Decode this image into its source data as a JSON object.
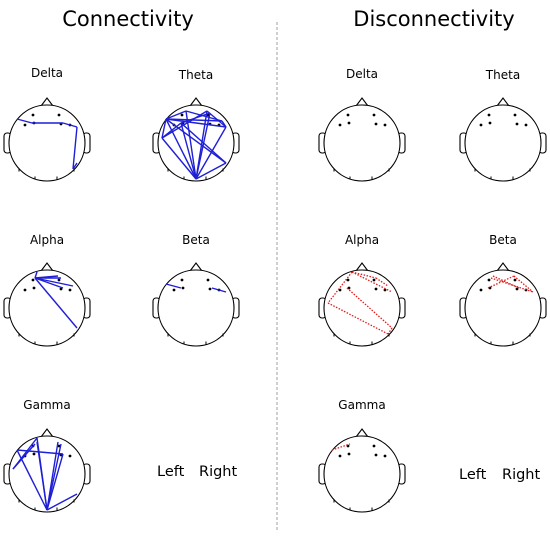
{
  "titles": {
    "left": "Connectivity",
    "right": "Disconnectivity"
  },
  "colors": {
    "connectivity": "#1f1fd6",
    "disconnectivity": "#e01b1b",
    "outline": "#000000"
  },
  "side_labels": {
    "left": "Left",
    "right": "Right"
  },
  "panels": [
    {
      "id": "conn-delta",
      "band": "Delta",
      "group": "connectivity",
      "style": "solid",
      "edges": [
        [
          "e2",
          "e3"
        ],
        [
          "e3",
          "e9"
        ],
        [
          "e9",
          "e10"
        ],
        [
          "e10",
          "e14"
        ],
        [
          "e11",
          "e14"
        ]
      ]
    },
    {
      "id": "conn-theta",
      "band": "Theta",
      "group": "connectivity",
      "style": "solid",
      "edges": [
        [
          "e2",
          "e10"
        ],
        [
          "e2",
          "e12"
        ],
        [
          "e2",
          "e11"
        ],
        [
          "e2",
          "e13"
        ],
        [
          "e2",
          "e8"
        ],
        [
          "e3",
          "e7"
        ],
        [
          "e3",
          "e12"
        ],
        [
          "e3",
          "e11"
        ],
        [
          "e3",
          "e13"
        ],
        [
          "e4",
          "e8"
        ],
        [
          "e4",
          "e13"
        ],
        [
          "e6",
          "e12"
        ],
        [
          "e6",
          "e13"
        ],
        [
          "e6",
          "e10"
        ],
        [
          "e7",
          "e13"
        ],
        [
          "e10",
          "e13"
        ],
        [
          "e11",
          "e13"
        ],
        [
          "e12",
          "e13"
        ],
        [
          "e2",
          "e4"
        ],
        [
          "e10",
          "e8"
        ]
      ]
    },
    {
      "id": "disc-delta",
      "band": "Delta",
      "group": "disconnectivity",
      "style": "dotted",
      "edges": []
    },
    {
      "id": "disc-theta",
      "band": "Theta",
      "group": "disconnectivity",
      "style": "dotted",
      "edges": []
    },
    {
      "id": "conn-alpha",
      "band": "Alpha",
      "group": "connectivity",
      "style": "solid",
      "edges": [
        [
          "e5",
          "e6"
        ],
        [
          "e5",
          "e1"
        ],
        [
          "e5",
          "e7"
        ],
        [
          "e5",
          "e8"
        ],
        [
          "e5",
          "e9"
        ],
        [
          "e5",
          "e11"
        ]
      ]
    },
    {
      "id": "conn-beta",
      "band": "Beta",
      "group": "connectivity",
      "style": "solid",
      "edges": [
        [
          "e2",
          "e3"
        ],
        [
          "e9",
          "e10"
        ]
      ]
    },
    {
      "id": "disc-alpha",
      "band": "Alpha",
      "group": "disconnectivity",
      "style": "dotted",
      "edges": [
        [
          "e1",
          "e7"
        ],
        [
          "e7",
          "e8"
        ],
        [
          "e3",
          "e11"
        ],
        [
          "e11",
          "e14"
        ],
        [
          "e1",
          "e12"
        ],
        [
          "e12",
          "e14"
        ],
        [
          "e1",
          "e10"
        ]
      ]
    },
    {
      "id": "disc-beta",
      "band": "Beta",
      "group": "disconnectivity",
      "style": "dotted",
      "edges": [
        [
          "e4",
          "e9"
        ],
        [
          "e5",
          "e10"
        ],
        [
          "e6",
          "e10"
        ],
        [
          "e3",
          "e6"
        ]
      ]
    },
    {
      "id": "conn-gamma",
      "band": "Gamma",
      "group": "connectivity",
      "style": "solid",
      "edges": [
        [
          "e1",
          "e13"
        ],
        [
          "e2",
          "e13"
        ],
        [
          "e4",
          "e13"
        ],
        [
          "e6",
          "e13"
        ],
        [
          "e7",
          "e13"
        ],
        [
          "e9",
          "e13"
        ],
        [
          "e11",
          "e13"
        ],
        [
          "e5",
          "e12"
        ],
        [
          "e1",
          "e12"
        ],
        [
          "e2",
          "e9"
        ]
      ]
    },
    {
      "id": "disc-gamma",
      "band": "Gamma",
      "group": "disconnectivity",
      "style": "dotted",
      "edges": [
        [
          "e2",
          "e5"
        ]
      ]
    }
  ]
}
